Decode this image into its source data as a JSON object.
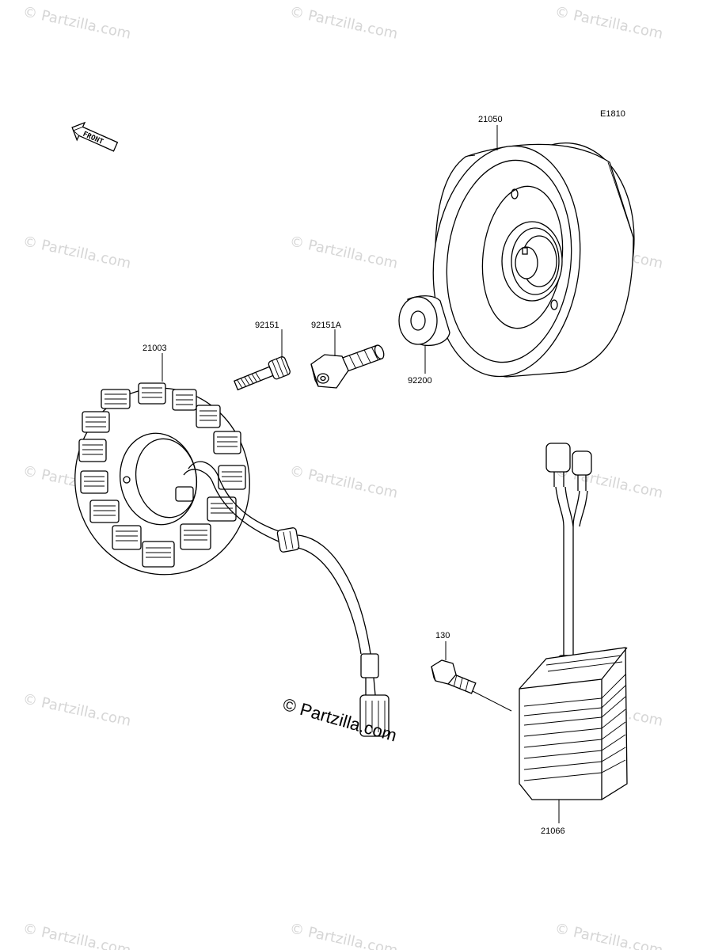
{
  "diagram": {
    "code": "E1810",
    "front_label": "FRONT",
    "watermark": "© Partzilla.com"
  },
  "parts": [
    {
      "id": "flywheel",
      "number": "21050"
    },
    {
      "id": "stator",
      "number": "21003"
    },
    {
      "id": "bolt",
      "number": "92151"
    },
    {
      "id": "flange-bolt",
      "number": "92151A"
    },
    {
      "id": "spacer",
      "number": "92200"
    },
    {
      "id": "regulator-bolt",
      "number": "130"
    },
    {
      "id": "regulator",
      "number": "21066"
    }
  ]
}
